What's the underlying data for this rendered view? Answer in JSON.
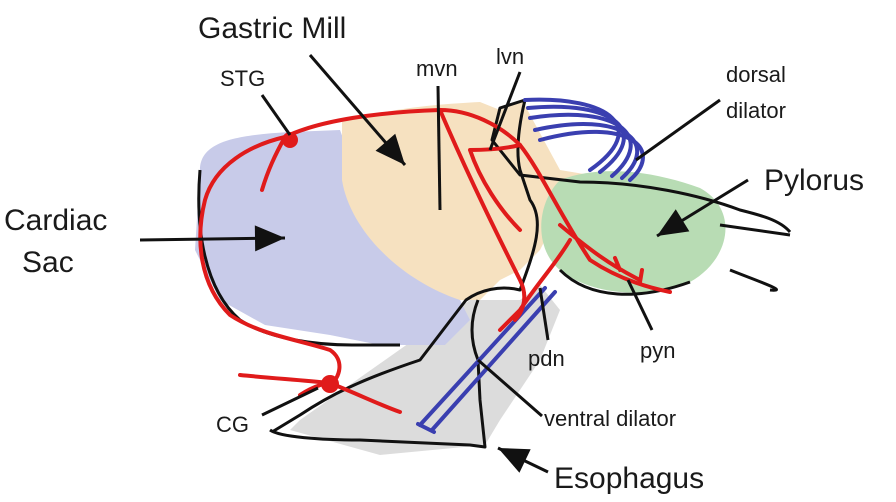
{
  "labels": {
    "gastric_mill": "Gastric Mill",
    "stg": "STG",
    "mvn": "mvn",
    "lvn": "lvn",
    "dorsal": "dorsal",
    "dilator_top": "dilator",
    "pylorus": "Pylorus",
    "cardiac": "Cardiac",
    "sac": "Sac",
    "pdn": "pdn",
    "pyn": "pyn",
    "cg": "CG",
    "ventral_dilator": "ventral dilator",
    "esophagus": "Esophagus"
  },
  "colors": {
    "cardiac_sac": "#c8cbe9",
    "gastric_mill": "#f6e1c0",
    "pylorus": "#b8dcb4",
    "esophagus": "#dcdcdc",
    "nerve": "#e01b1b",
    "dilator": "#3a3fb0",
    "outline": "#111111"
  }
}
